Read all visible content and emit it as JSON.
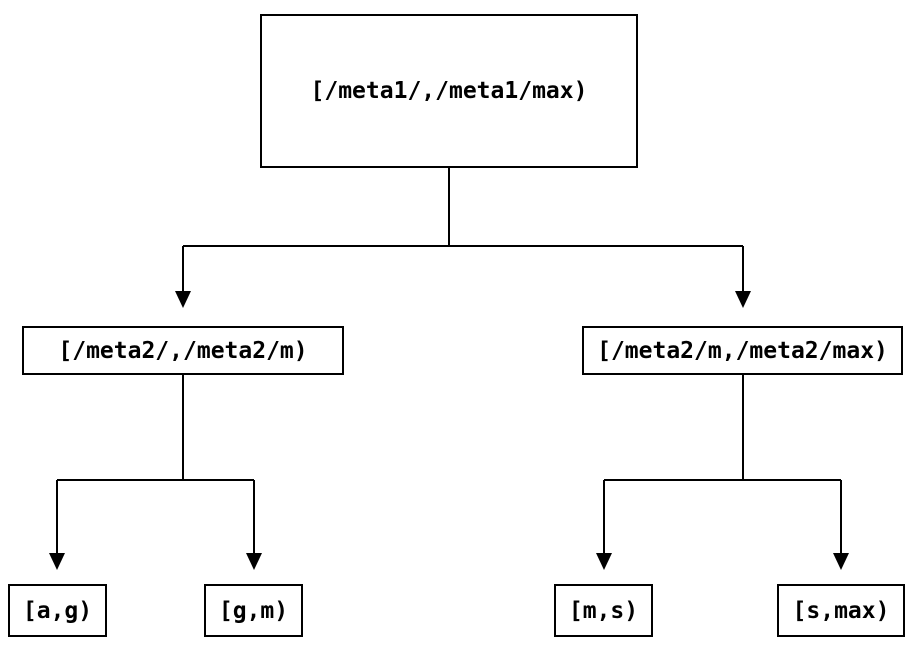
{
  "tree": {
    "root": {
      "id": "meta1",
      "label": "[/meta1/,/meta1/max)"
    },
    "level2": [
      {
        "id": "meta2-low",
        "label": "[/meta2/,/meta2/m)"
      },
      {
        "id": "meta2-high",
        "label": "[/meta2/m,/meta2/max)"
      }
    ],
    "leaves": [
      {
        "id": "a-g",
        "label": "[a,g)"
      },
      {
        "id": "g-m",
        "label": "[g,m)"
      },
      {
        "id": "m-s",
        "label": "[m,s)"
      },
      {
        "id": "s-max",
        "label": "[s,max)"
      }
    ],
    "edges": [
      {
        "from": "meta1",
        "to": "meta2-low"
      },
      {
        "from": "meta1",
        "to": "meta2-high"
      },
      {
        "from": "meta2-low",
        "to": "a-g"
      },
      {
        "from": "meta2-low",
        "to": "g-m"
      },
      {
        "from": "meta2-high",
        "to": "m-s"
      },
      {
        "from": "meta2-high",
        "to": "s-max"
      }
    ],
    "colors": {
      "stroke": "#000000",
      "text": "#000000",
      "node_fill": "#ffffff",
      "background": "#ffffff"
    }
  }
}
